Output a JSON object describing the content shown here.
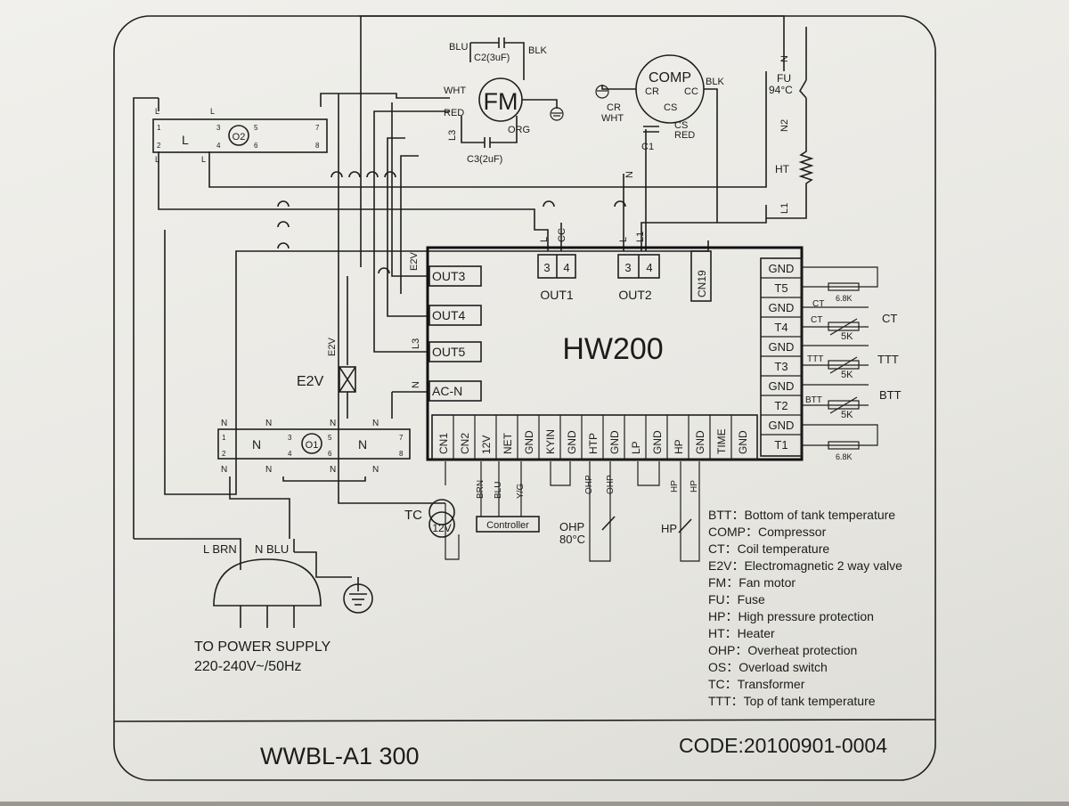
{
  "controller": {
    "name": "HW200",
    "outputs_top": [
      {
        "id": "OUT1",
        "pins": [
          "3",
          "4"
        ],
        "wires": [
          "L",
          "CC"
        ]
      },
      {
        "id": "OUT2",
        "pins": [
          "3",
          "4"
        ],
        "wires": [
          "L",
          "L1"
        ]
      }
    ],
    "cn19": "CN19",
    "outputs_left": [
      "OUT3",
      "OUT4",
      "OUT5",
      "AC-N"
    ],
    "left_wire_labels": [
      "E2V",
      "L3",
      "N"
    ],
    "sensors_right": [
      "GND",
      "T5",
      "GND",
      "T4",
      "GND",
      "T3",
      "GND",
      "T2",
      "GND",
      "T1"
    ],
    "bottom_pins": [
      "CN1",
      "CN2",
      "12V",
      "NET",
      "GND",
      "KYIN",
      "GND",
      "HTP",
      "GND",
      "LP",
      "GND",
      "HP",
      "GND",
      "TIME",
      "GND"
    ]
  },
  "sensor_labels": {
    "t5_res": "6.8K",
    "t1_res": "6.8K",
    "t4_tag": "CT",
    "t4_res": "5K",
    "t4_out": "CT",
    "t3_tag": "TTT",
    "t3_res": "5K",
    "t3_out": "TTT",
    "t2_tag": "BTT",
    "t2_res": "5K",
    "t2_out": "BTT",
    "t5_tag": "CT"
  },
  "fan": {
    "label": "FM",
    "cap_top": "C2(3uF)",
    "cap_bottom": "C3(2uF)",
    "wires": {
      "blu": "BLU",
      "blk": "BLK",
      "wht": "WHT",
      "red": "RED",
      "org": "ORG",
      "l3": "L3"
    }
  },
  "compressor": {
    "label": "COMP",
    "terminals": {
      "cr": "CR",
      "cc": "CC",
      "cs": "CS"
    },
    "wires": {
      "blk": "BLK",
      "cr": "CR",
      "wht": "WHT",
      "cs": "CS",
      "red": "RED",
      "n": "N"
    },
    "cap": "C1"
  },
  "heater": {
    "fuse": "FU",
    "fuse_temp": "94°C",
    "heater": "HT",
    "wires": {
      "n": "N",
      "n2": "N2",
      "l1": "L1"
    }
  },
  "relays": {
    "upper": {
      "label": "L",
      "relay": "O2",
      "pins": [
        "1",
        "2",
        "3",
        "4",
        "5",
        "6",
        "7",
        "8"
      ],
      "side": "L"
    },
    "lower": {
      "label_left": "N",
      "label_right": "N",
      "relay": "O1",
      "pins": [
        "1",
        "2",
        "3",
        "4",
        "5",
        "6",
        "7",
        "8"
      ],
      "side": "N"
    }
  },
  "valve": {
    "label": "E2V",
    "wire": "E2V"
  },
  "transformer": {
    "label": "TC",
    "voltage": "12V"
  },
  "controller_box": {
    "label": "Controller",
    "wires": [
      "BRN",
      "BLU",
      "Y/G"
    ]
  },
  "ohp": {
    "label": "OHP",
    "temp": "80°C",
    "wires": [
      "OHP",
      "OHP"
    ]
  },
  "hp": {
    "label": "HP",
    "wires": [
      "HP",
      "HP"
    ]
  },
  "power": {
    "l_label": "L BRN",
    "n_label": "N BLU",
    "line1": "TO POWER SUPPLY",
    "line2": "220-240V~/50Hz"
  },
  "legend": [
    "BTT：Bottom of tank temperature",
    "COMP：Compressor",
    "CT：Coil temperature",
    "E2V：Electromagnetic 2 way valve",
    "FM：Fan motor",
    "FU：Fuse",
    "HP：High pressure protection",
    "HT：Heater",
    "OHP：Overheat protection",
    "OS：Overload switch",
    "TC：Transformer",
    "TTT：Top of tank temperature"
  ],
  "footer": {
    "model": "WWBL-A1 300",
    "code": "CODE:20100901-0004"
  }
}
